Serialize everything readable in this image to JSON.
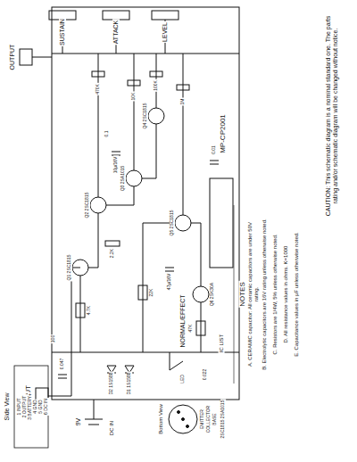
{
  "diagram": {
    "caption": "CAUTION: This schematic diagram is a nominal standard one. The parts rating and/or schematic diagram will be changed without notice.",
    "labels": [
      "OUTPUT",
      "SUSTAIN",
      "ATTACK",
      "LEVEL",
      "INPUT",
      "MP-CP2001",
      "NORMAL/EFFECT",
      "NOTES",
      "A. CERAMIC capacitor: All ceramic capacitors are under 50V rating.",
      "B. Electrolytic capacitors are 16V rating unless otherwise noted.",
      "C. Resistors are 1/4W, 5% unless otherwise noted.",
      "D. All resistance values in ohms. K=1000",
      "E. Capacitance values in μF unless otherwise noted.",
      "Side View",
      "1 INPUT",
      "2 OUTPUT",
      "3 BATTERY+",
      "4 GND",
      "5 GND",
      "6 DC IN",
      "Bottom View",
      "EMITTER",
      "COLLECTOR",
      "BASE",
      "2SC1815 2SA1015",
      "9V",
      "DC IN",
      "IC LIST",
      "Q1 2SC1815",
      "Q2 2SC1815",
      "Q3 2SA1015",
      "Q4 2SC1815",
      "Q5 2SC1815",
      "Q6 2SK30A",
      "D1 1S1588",
      "D2 1S1588",
      "LED",
      "470K",
      "10K",
      "1M",
      "100K",
      "4.7K",
      "22K",
      "47K",
      "2.2K",
      "100",
      "0.047",
      "10μ/16V",
      "0.01",
      "47μ/16V",
      "0.1",
      "0.022"
    ]
  }
}
